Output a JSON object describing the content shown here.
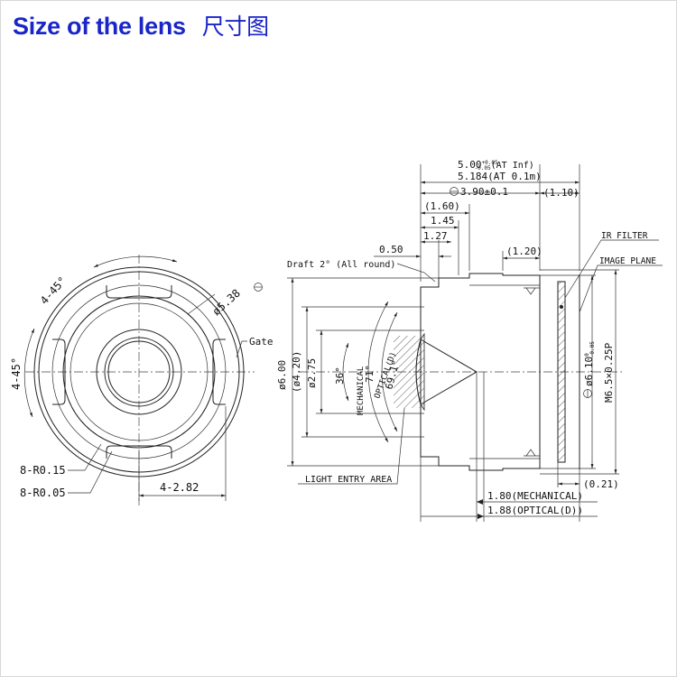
{
  "title": {
    "en": "Size of the lens",
    "cn": "尺寸图"
  },
  "colors": {
    "title": "#1a25c8",
    "line": "#222222",
    "background": "#ffffff"
  },
  "front_view": {
    "angle_top": "4-45°",
    "angle_left": "4-45°",
    "dia_outer": "ø5.38",
    "gate": "Gate",
    "r_015": "8-R0.15",
    "r_005": "8-R0.05",
    "width": "4-2.82"
  },
  "side_view": {
    "len_inf": "5.00",
    "len_inf_tol_upper": "+0.05",
    "len_inf_tol_lower": "-0.05",
    "len_inf_note": "(AT Inf)",
    "len_01m": "5.184(AT 0.1m)",
    "d_390": "3.90±0.1",
    "d_110": "(1.10)",
    "d_160": "(1.60)",
    "d_145": "1.45",
    "d_127": "1.27",
    "d_050": "0.50",
    "d_120": "(1.20)",
    "draft": "Draft 2° (All round)",
    "ir_filter": "IR FILTER",
    "image_plane": "IMAGE PLANE",
    "dia_600": "ø6.00",
    "dia_420": "(ø4.20)",
    "dia_275": "ø2.75",
    "ang_36": "36°",
    "mech_label": "MECHANICAL",
    "mech_ang": "71°",
    "opt_label": "OPTICAL(D)",
    "opt_ang": "69.1°",
    "dia_610": "ø6.10",
    "dia_610_tol_upper": "0",
    "dia_610_tol_lower": "-0.05",
    "thread": "M6.5×0.25P",
    "d_021": "(0.21)",
    "light_entry": "LIGHT ENTRY AREA",
    "d_180": "1.80(MECHANICAL)",
    "d_188": "1.88(OPTICAL(D))"
  }
}
